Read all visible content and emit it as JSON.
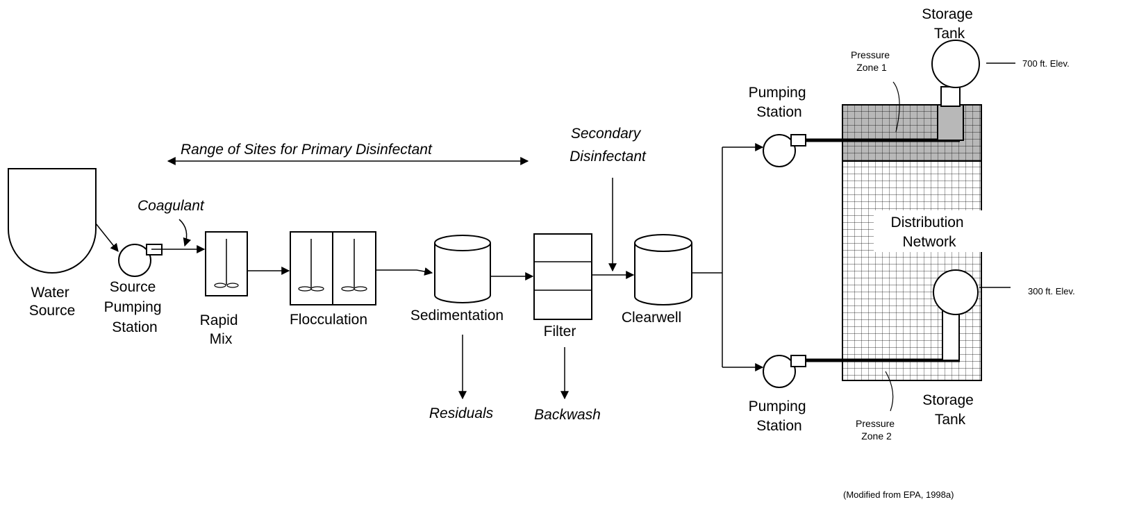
{
  "labels": {
    "water_source": [
      "Water",
      "Source"
    ],
    "source_pumping_station": [
      "Source",
      "Pumping",
      "Station"
    ],
    "coagulant": "Coagulant",
    "rapid_mix": [
      "Rapid",
      "Mix"
    ],
    "flocculation": "Flocculation",
    "sedimentation": "Sedimentation",
    "filter": "Filter",
    "clearwell": "Clearwell",
    "residuals": "Residuals",
    "backwash": "Backwash",
    "primary_range": "Range of Sites for Primary Disinfectant",
    "secondary_disinfectant": [
      "Secondary",
      "Disinfectant"
    ],
    "pumping_station_top": [
      "Pumping",
      "Station"
    ],
    "pumping_station_bottom": [
      "Pumping",
      "Station"
    ],
    "storage_tank_top": [
      "Storage",
      "Tank"
    ],
    "storage_tank_bottom": [
      "Storage",
      "Tank"
    ],
    "pressure_zone_1": [
      "Pressure",
      "Zone 1"
    ],
    "pressure_zone_2": [
      "Pressure",
      "Zone 2"
    ],
    "distribution_network": [
      "Distribution",
      "Network"
    ],
    "elev_700": "700 ft. Elev.",
    "elev_300": "300 ft. Elev.",
    "citation": "(Modified from EPA, 1998a)"
  },
  "colors": {
    "ink": "#000000",
    "zone1_fill": "#b8b8b8",
    "background": "#ffffff"
  }
}
